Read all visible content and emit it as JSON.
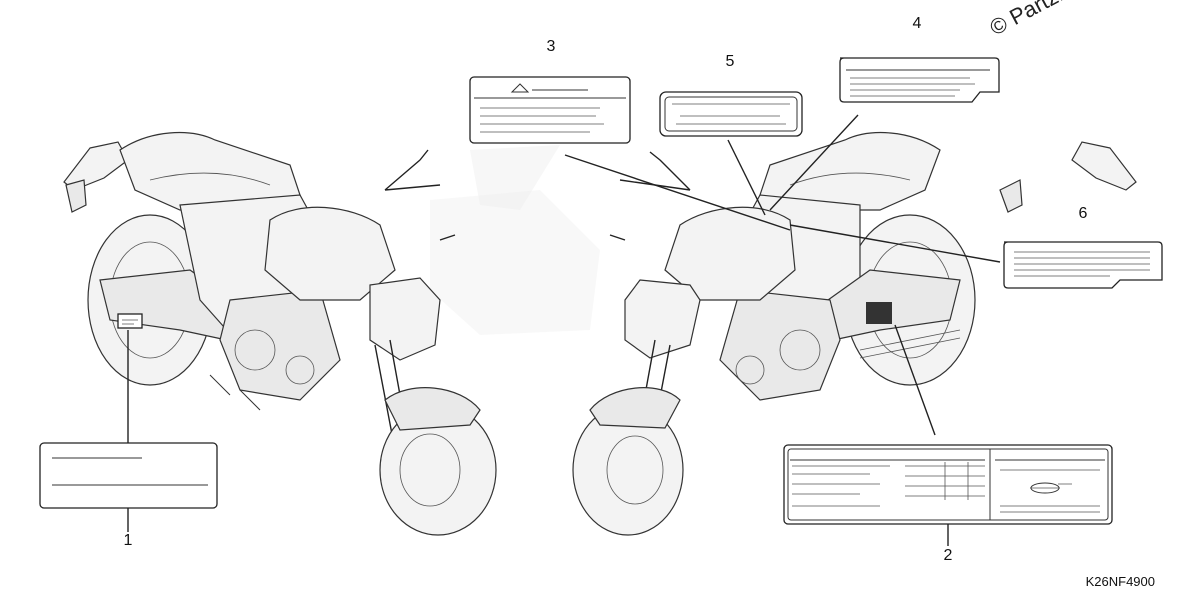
{
  "copyright": "© Partzilla",
  "diagram_code": "K26NF4900",
  "callouts": [
    "1",
    "2",
    "3",
    "4",
    "5",
    "6"
  ],
  "colors": {
    "line": "#222222",
    "label_fill": "#ffffff",
    "body_fill": "#f3f3f3",
    "watermark": "#dcdcdc"
  }
}
